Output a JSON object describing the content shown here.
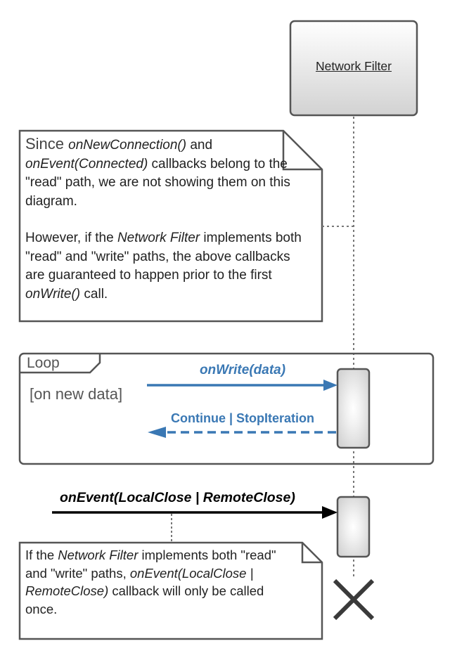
{
  "participant": {
    "name": "Network Filter"
  },
  "note_top": {
    "p1": [
      {
        "t": "Since ",
        "i": false
      },
      {
        "t": "onNewConnection()",
        "i": true
      },
      {
        "t": " and ",
        "i": false
      },
      {
        "t": "onEvent(Connected)",
        "i": true
      },
      {
        "t": " callbacks belong to the \"read\" path, we are not showing them on this diagram.",
        "i": false
      }
    ],
    "p2": [
      {
        "t": "However, if the ",
        "i": false
      },
      {
        "t": "Network Filter",
        "i": true
      },
      {
        "t": " implements both \"read\" and \"write\" paths, the above callbacks are guaranteed to happen prior to the first ",
        "i": false
      },
      {
        "t": "onWrite()",
        "i": true
      },
      {
        "t": " call.",
        "i": false
      }
    ]
  },
  "loop": {
    "title": "Loop",
    "guard": "[on new data]",
    "call_label": "onWrite(data)",
    "return_label": "Continue | StopIteration"
  },
  "event": {
    "label": "onEvent(LocalClose | RemoteClose)"
  },
  "note_bottom": {
    "p1": [
      {
        "t": "If the ",
        "i": false
      },
      {
        "t": "Network Filter",
        "i": true
      },
      {
        "t": " implements both \"read\" and \"write\" paths, ",
        "i": false
      },
      {
        "t": "onEvent(LocalClose | RemoteClose)",
        "i": true
      },
      {
        "t": " callback will only be called once.",
        "i": false
      }
    ]
  },
  "colors": {
    "accent": "#3a78b4",
    "border": "#555555",
    "text": "#222222"
  }
}
